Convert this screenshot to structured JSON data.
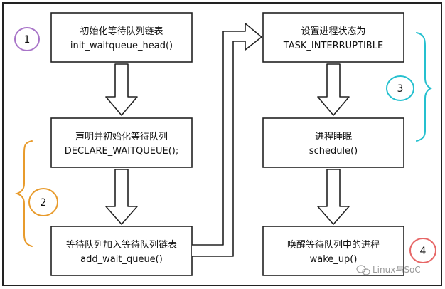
{
  "steps": [
    {
      "title": "初始化等待队列链表",
      "code": "init_waitqueue_head()"
    },
    {
      "title": "声明并初始化等待队列",
      "code": "DECLARE_WAITQUEUE();"
    },
    {
      "title": "等待队列加入等待队列链表",
      "code": "add_wait_queue()"
    },
    {
      "title": "设置进程状态为",
      "code": "TASK_INTERRUPTIBLE"
    },
    {
      "title": "进程睡眠",
      "code": "schedule()"
    },
    {
      "title": "唤醒等待队列中的进程",
      "code": "wake_up()"
    }
  ],
  "markers": [
    {
      "label": "1",
      "color": "#a874c8"
    },
    {
      "label": "2",
      "color": "#e89b2c"
    },
    {
      "label": "3",
      "color": "#25c0cf"
    },
    {
      "label": "4",
      "color": "#e76666"
    }
  ],
  "watermark": {
    "text": "Linux与SoC",
    "icon": "wechat-icon"
  }
}
